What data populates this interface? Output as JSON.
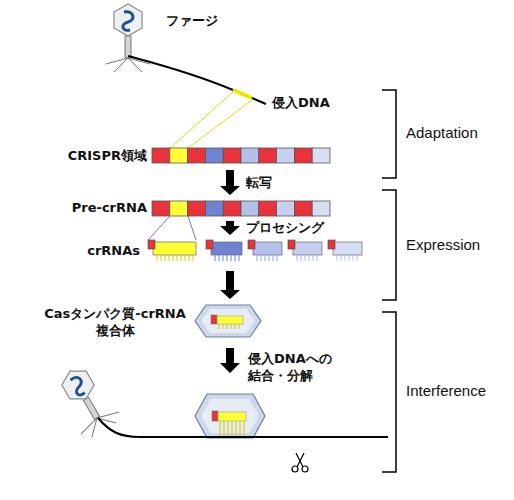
{
  "diagram": {
    "nodes": [
      {
        "text": [
          "CRISPR領域"
        ]
      },
      {
        "text": [
          "Pre-crRNA"
        ]
      },
      {
        "text": [
          "crRNAs"
        ]
      },
      {
        "text": [
          "Casタンパク質-crRNA 複合体"
        ]
      }
    ],
    "edges": [
      {
        "from": 0,
        "to": 1,
        "label": "転写",
        "arrow": "to"
      },
      {
        "from": 1,
        "to": 2,
        "label": "プロセシング",
        "arrow": "to"
      },
      {
        "from": 2,
        "to": 3,
        "arrow": "to"
      }
    ],
    "labels": [
      "ファージ",
      "侵入DNA",
      "侵入DNAへの 結合・分解",
      "Adaptation",
      "Expression",
      "Interference"
    ]
  }
}
